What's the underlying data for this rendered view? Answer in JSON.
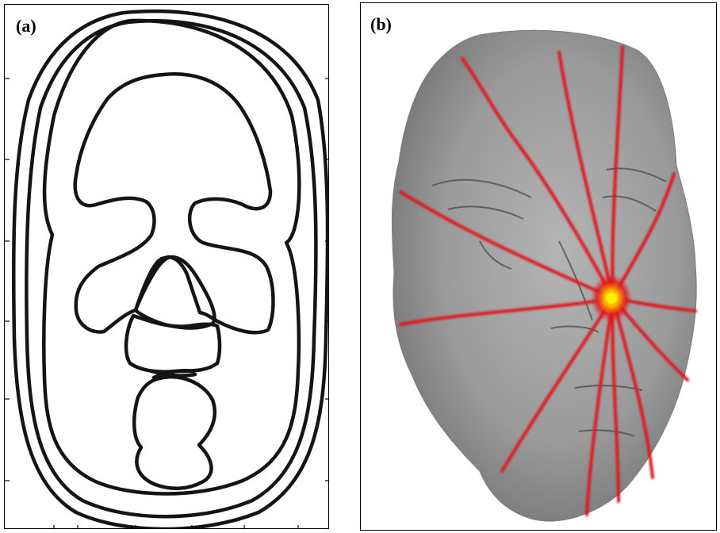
{
  "figure": {
    "panels": [
      {
        "id": "a",
        "label": "(a)"
      },
      {
        "id": "b",
        "label": "(b)"
      }
    ]
  },
  "colors": {
    "contour": "#141414",
    "face_gray": "#9a9a9a",
    "geodesic_red": "#e2141a",
    "source_yellow": "#fff200"
  },
  "icons": [
    "iso-contour-drawing",
    "geodesic-face-render"
  ]
}
